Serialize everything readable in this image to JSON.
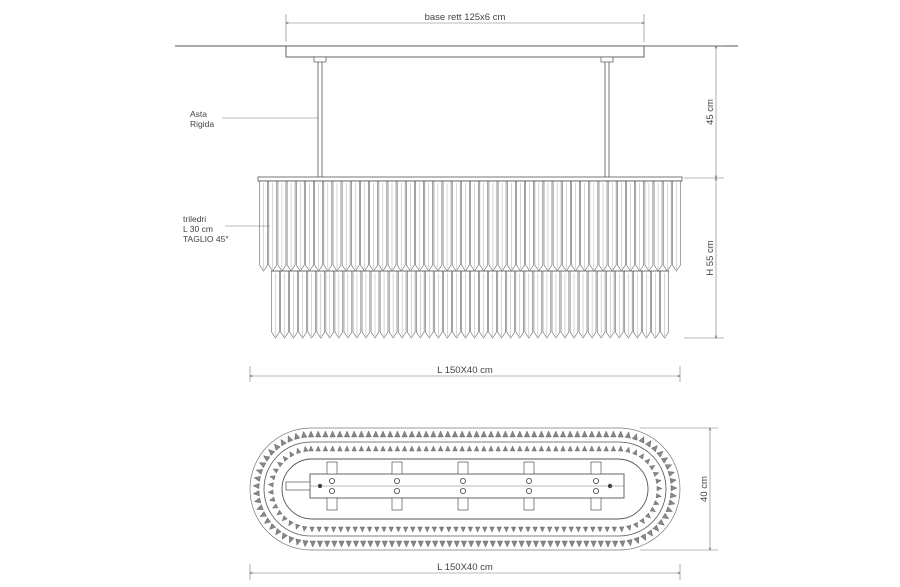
{
  "dimensions": {
    "base": "base rett 125x6 cm",
    "rod_height": "45 cm",
    "body_height": "H 55 cm",
    "front_length": "L 150X40 cm",
    "plan_length": "L 150X40 cm",
    "plan_depth": "40 cm"
  },
  "labels": {
    "rod_line1": "Asta",
    "rod_line2": "Rigida",
    "crystal_line1": "triledri",
    "crystal_line2": "L 30 cm",
    "crystal_line3": "TAGLIO 45°"
  }
}
